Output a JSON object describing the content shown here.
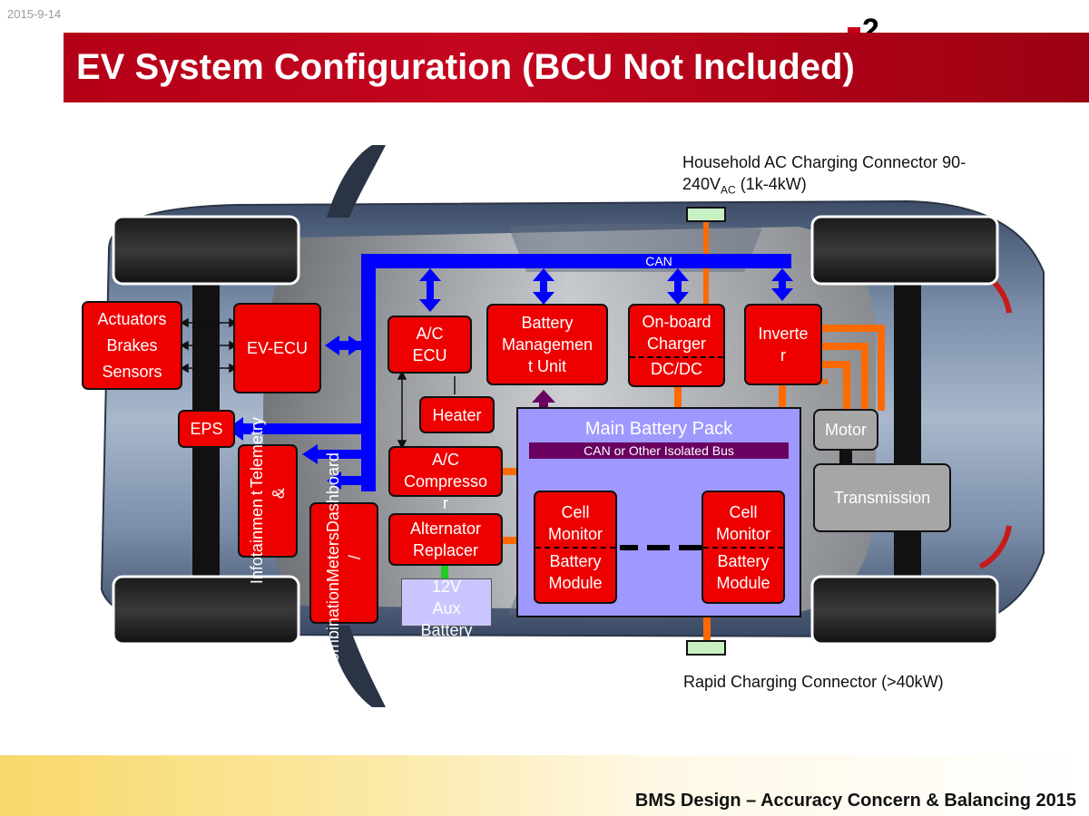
{
  "header": {
    "date": "2015-9-14",
    "page_number": "2",
    "title": "EV System Configuration (BCU Not Included)"
  },
  "bus": {
    "can": "CAN",
    "isolated_bus": "CAN or Other Isolated Bus"
  },
  "components": {
    "actuators": [
      "Actuators",
      "Brakes",
      "Sensors"
    ],
    "ev_ecu": "EV-ECU",
    "eps": "EPS",
    "ac_ecu": [
      "A/C",
      "ECU"
    ],
    "bmu": [
      "Battery",
      "Managemen",
      "t Unit"
    ],
    "charger": [
      "On-board",
      "Charger"
    ],
    "dcdc": "DC/DC",
    "inverter": [
      "Inverte",
      "r"
    ],
    "heater": "Heater",
    "ac_compressor": [
      "A/C",
      "Compresso",
      "r"
    ],
    "alternator": [
      "Alternator",
      "Replacer"
    ],
    "aux_battery": [
      "12V",
      "Aux",
      "Battery"
    ],
    "infotainment": [
      "Infotainmen",
      "t &",
      "Telemetry"
    ],
    "combination": [
      "Combination",
      "Meters /",
      "Dashboard"
    ],
    "main_pack": "Main Battery Pack",
    "cell_monitor": [
      "Cell",
      "Monitor"
    ],
    "battery_module": [
      "Battery",
      "Module"
    ],
    "motor": "Motor",
    "transmission": "Transmission"
  },
  "connectors": {
    "household_line1": "Household AC Charging Connector 90-",
    "household_line2_pre": "240V",
    "household_line2_sub": "AC",
    "household_line2_post": " (1k-4kW)",
    "rapid": "Rapid Charging Connector (>40kW)"
  },
  "footer": "BMS Design – Accuracy Concern & Balancing 2015",
  "colors": {
    "title_red": "#c4061f",
    "component_red": "#ee0000",
    "can_blue": "#0000ff",
    "power_orange": "#ff6a00",
    "isolated_bus_purple": "#6a0060",
    "pack_lavender": "#9f99ff",
    "connector_green": "#c7f0c3",
    "aux_battery_lavender": "#c9c6ff"
  }
}
